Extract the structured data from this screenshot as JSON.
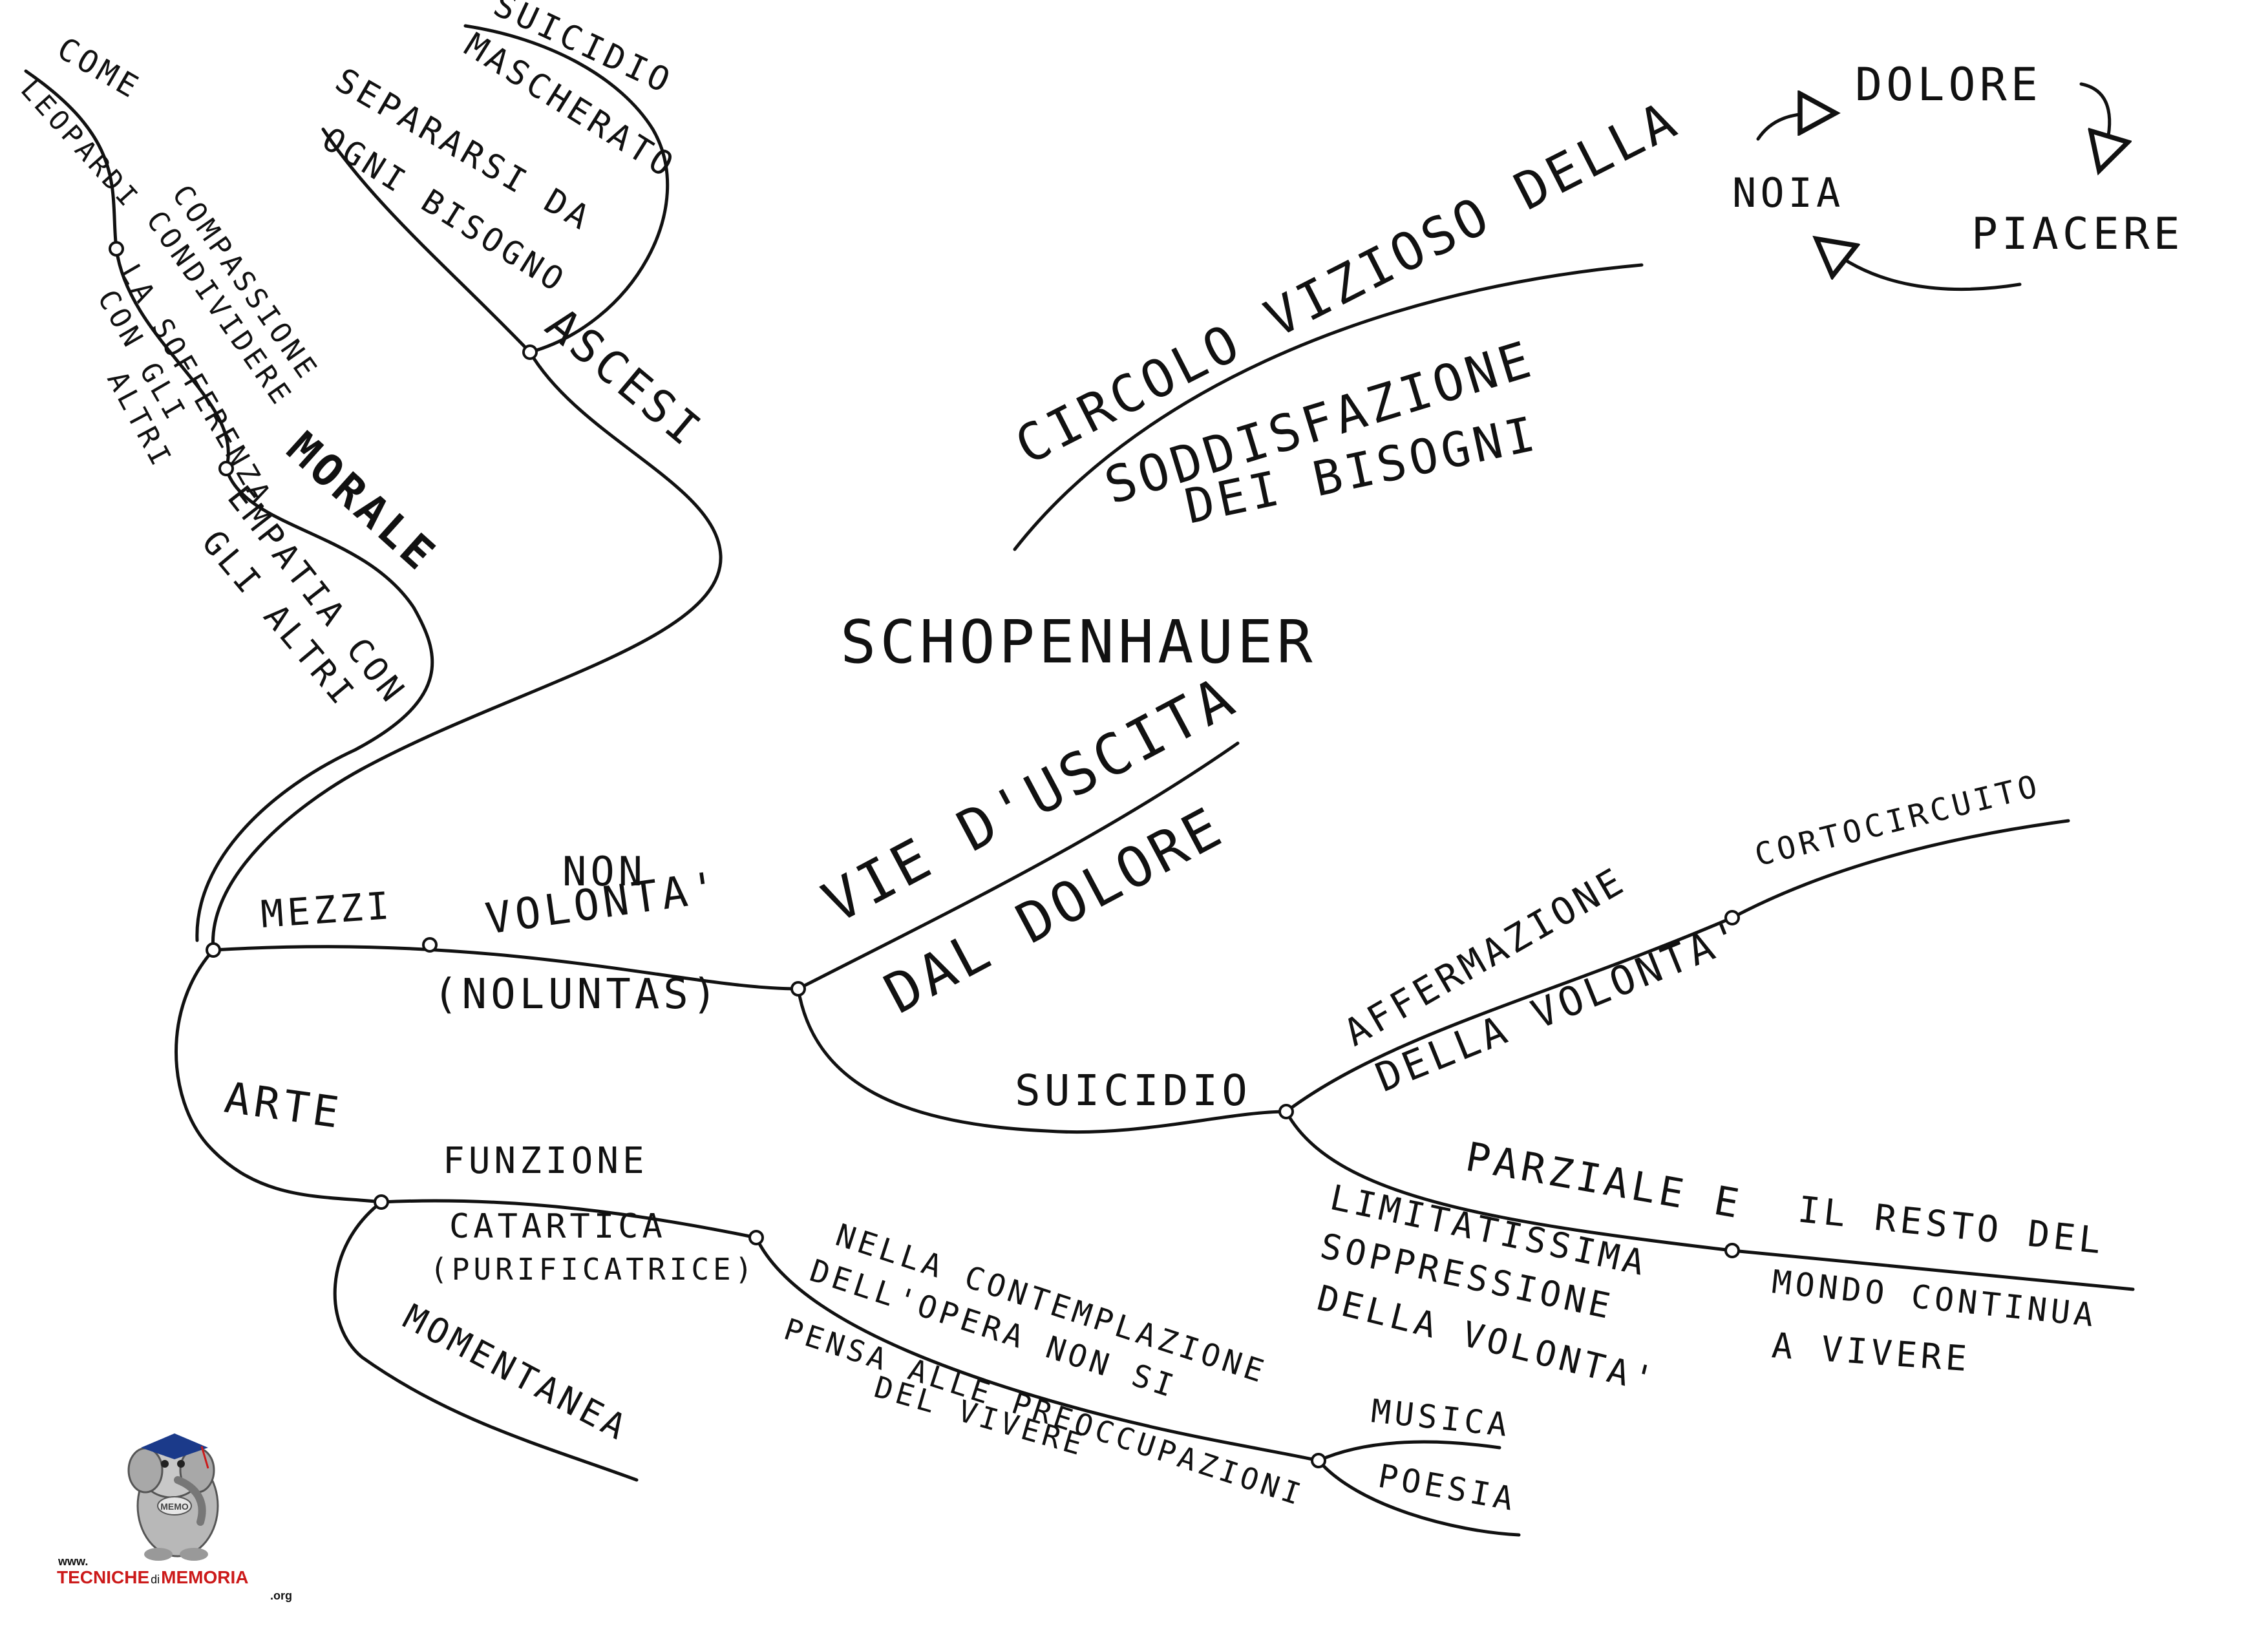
{
  "title": "SCHOPENHAUER",
  "cycle": {
    "heading": [
      "CIRCOLO VIZIOSO DELLA",
      "SODDISFAZIONE",
      "DEI BISOGNI"
    ],
    "items": [
      "DOLORE",
      "PIACERE",
      "NOIA"
    ]
  },
  "vie_uscita": {
    "label": [
      "VIE D'USCITA",
      "DAL DOLORE"
    ],
    "non_volonta": [
      "NON",
      "VOLONTA'",
      "(NOLUNTAS)"
    ],
    "mezzi": "MEZZI",
    "ascesi": {
      "label": "ASCESI",
      "suicidio_mascherato": [
        "SUICIDIO",
        "MASCHERATO"
      ],
      "separarsi": [
        "SEPARARSI DA",
        "OGNI BISOGNO"
      ]
    },
    "morale": {
      "label": "MORALE",
      "empatia": [
        "EMPATIA CON",
        "GLI ALTRI"
      ],
      "compassione": [
        "COMPASSIONE",
        "CONDIVIDERE",
        "LA SOFFERENZA",
        "CON GLI",
        "ALTRI"
      ],
      "come_leopardi": [
        "COME",
        "LEOPARDI"
      ]
    },
    "arte": {
      "label": "ARTE",
      "funzione": [
        "FUNZIONE",
        "CATARTICA",
        "(PURIFICATRICE)"
      ],
      "momentanea": "MOMENTANEA",
      "contemplazione": [
        "NELLA CONTEMPLAZIONE",
        "DELL'OPERA NON SI",
        "PENSA ALLE PREOCCUPAZIONI",
        "DEL VIVERE"
      ],
      "musica": "MUSICA",
      "poesia": "POESIA"
    },
    "suicidio": {
      "label": "SUICIDIO",
      "affermazione": [
        "AFFERMAZIONE",
        "DELLA VOLONTA'"
      ],
      "cortocircuito": "CORTOCIRCUITO",
      "parziale": [
        "PARZIALE E",
        "LIMITATISSIMA",
        "SOPPRESSIONE",
        "DELLA VOLONTA'"
      ],
      "resto": [
        "IL RESTO DEL",
        "MONDO CONTINUA",
        "A VIVERE"
      ]
    }
  },
  "logo": {
    "www": "www.",
    "name_a": "TECNICHE",
    "name_b": "di",
    "name_c": "MEMORIA",
    "org": ".org",
    "badge": "MEMO",
    "brand_red": "#cc1a1a",
    "brand_blue": "#1b3a8a"
  }
}
